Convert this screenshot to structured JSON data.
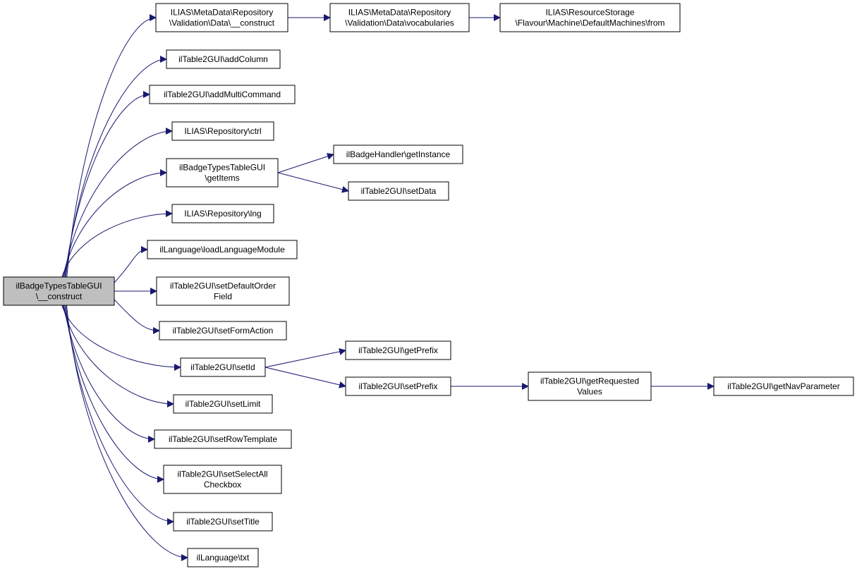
{
  "colors": {
    "edge": "#191970",
    "node_border": "#000000",
    "node_fill": "#ffffff",
    "root_fill": "#bfbfbf",
    "text": "#000000"
  },
  "nodes": {
    "root": [
      "ilBadgeTypesTableGUI",
      "\\__construct"
    ],
    "md_construct": [
      "ILIAS\\MetaData\\Repository",
      "\\Validation\\Data\\__construct"
    ],
    "md_vocab": [
      "ILIAS\\MetaData\\Repository",
      "\\Validation\\Data\\vocabularies"
    ],
    "rs_from": [
      "ILIAS\\ResourceStorage",
      "\\Flavour\\Machine\\DefaultMachines\\from"
    ],
    "addColumn": [
      "ilTable2GUI\\addColumn"
    ],
    "addMultiCommand": [
      "ilTable2GUI\\addMultiCommand"
    ],
    "ctrl": [
      "ILIAS\\Repository\\ctrl"
    ],
    "getItems": [
      "ilBadgeTypesTableGUI",
      "\\getItems"
    ],
    "getInstance": [
      "ilBadgeHandler\\getInstance"
    ],
    "setData": [
      "ilTable2GUI\\setData"
    ],
    "lng": [
      "ILIAS\\Repository\\lng"
    ],
    "loadLanguageModule": [
      "ilLanguage\\loadLanguageModule"
    ],
    "setDefaultOrderField": [
      "ilTable2GUI\\setDefaultOrder",
      "Field"
    ],
    "setFormAction": [
      "ilTable2GUI\\setFormAction"
    ],
    "setId": [
      "ilTable2GUI\\setId"
    ],
    "getPrefix": [
      "ilTable2GUI\\getPrefix"
    ],
    "setPrefix": [
      "ilTable2GUI\\setPrefix"
    ],
    "getRequestedValues": [
      "ilTable2GUI\\getRequested",
      "Values"
    ],
    "getNavParameter": [
      "ilTable2GUI\\getNavParameter"
    ],
    "setLimit": [
      "ilTable2GUI\\setLimit"
    ],
    "setRowTemplate": [
      "ilTable2GUI\\setRowTemplate"
    ],
    "setSelectAllCheckbox": [
      "ilTable2GUI\\setSelectAll",
      "Checkbox"
    ],
    "setTitle": [
      "ilTable2GUI\\setTitle"
    ],
    "txt": [
      "ilLanguage\\txt"
    ]
  }
}
